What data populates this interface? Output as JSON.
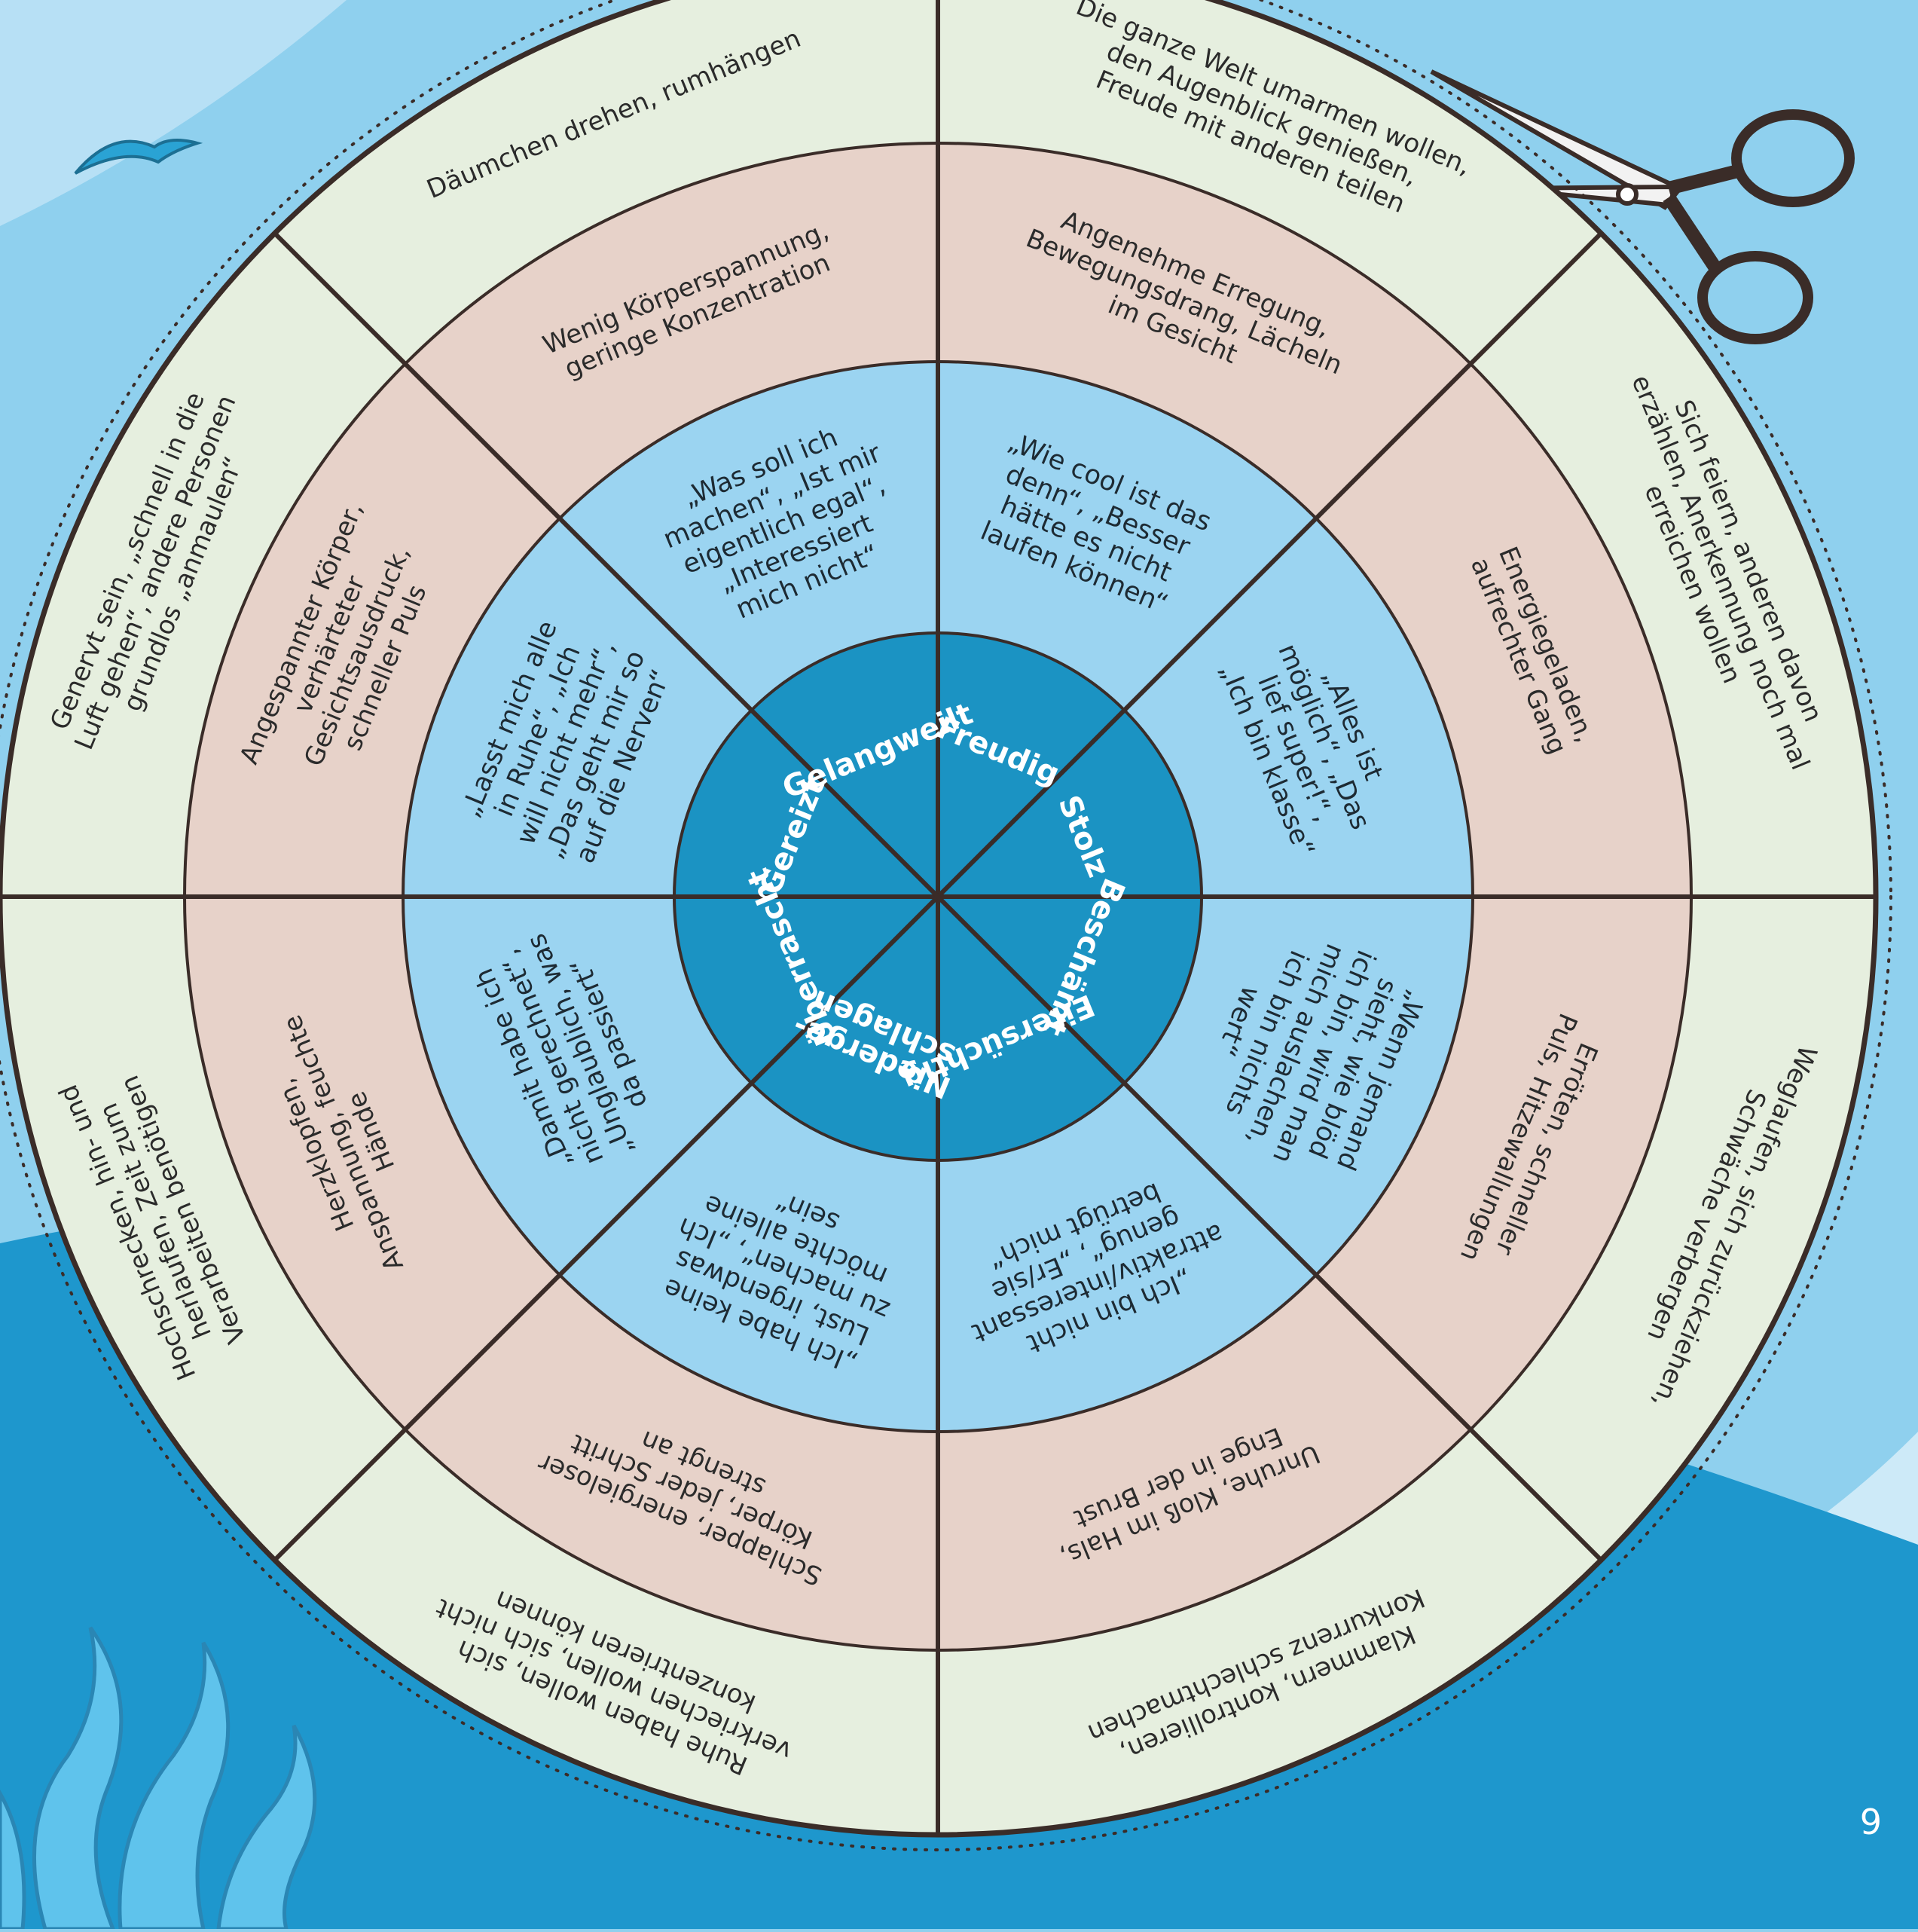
{
  "colors": {
    "outer_ring": "#e6efdf",
    "middle_ring": "#e7d2c9",
    "inner_ring": "#9bd4f1",
    "core": "#1b93c3",
    "border": "#3a2c28",
    "sea": "#1e97cd",
    "sky": "#8fd0ee",
    "sky_light": "#cdeaf8"
  },
  "icons": [
    "seagull-icon",
    "scissors-icon",
    "seaweed-icon"
  ],
  "emotions": [
    {
      "emotion": "Gelangweilt",
      "thought": "„Was soll ich machen“, „Ist mir eigentlich egal“, „Interessiert mich nicht“",
      "body": "Wenig Körperspannung, geringe Konzentration",
      "behavior": "Däumchen drehen, rumhängen"
    },
    {
      "emotion": "Freudig",
      "thought": "„Wie cool ist das denn“, „Besser hätte es nicht laufen können“",
      "body": "Angenehme Erregung, Bewegungsdrang, Lächeln im Gesicht",
      "behavior": "Die ganze Welt umarmen wollen, den Augenblick genießen, Freude mit anderen teilen"
    },
    {
      "emotion": "Stolz",
      "thought": "„Alles ist möglich“, „Das lief super!“, „Ich bin klasse“",
      "body": "Energiegeladen, aufrechter Gang",
      "behavior": "Sich feiern, anderen davon erzählen, Anerkennung noch mal erreichen wollen"
    },
    {
      "emotion": "Beschämt",
      "thought": "„Wenn jemand sieht, wie blöd ich bin, wird man mich auslachen, ich bin nichts wert“",
      "body": "Erröten, schneller Puls, Hitzewallungen",
      "behavior": "Weglaufen, sich zurückziehen, Schwäche verbergen"
    },
    {
      "emotion": "Eifersüchtig",
      "thought": "„Ich bin nicht attraktiv/interessant genug“, „Er/sie betrügt mich“",
      "body": "Unruhe, Kloß im Hals, Enge in der Brust",
      "behavior": "Klammern, kontrollieren, Konkurrenz schlechtmachen"
    },
    {
      "emotion": "Niederge-schlagen",
      "thought": "„Ich habe keine Lust, irgendwas zu machen“, „Ich möchte alleine sein“",
      "body": "Schlapper, energieloser Körper, jeder Schritt strengt an",
      "behavior": "Ruhe haben wollen, sich verkriechen wollen, sich nicht konzentrieren können"
    },
    {
      "emotion": "Überrascht",
      "thought": "„Damit habe ich nicht gerechnet“, „Unglaublich, was da passiert“",
      "body": "Herzklopfen, Anspannung, feuchte Hände",
      "behavior": "Hochschrecken, hin- und herlaufen, Zeit zum Verarbeiten benötigen"
    },
    {
      "emotion": "Gereizt",
      "thought": "„Lasst mich alle in Ruhe“, „Ich will nicht mehr“, „Das geht mir so auf die Nerven“",
      "body": "Angespannter Körper, verhärteter Gesichtsausdruck, schneller Puls",
      "behavior": "Genervt sein, „schnell in die Luft gehen“, andere Personen grundlos „anmaulen“"
    }
  ],
  "page_number": "9"
}
